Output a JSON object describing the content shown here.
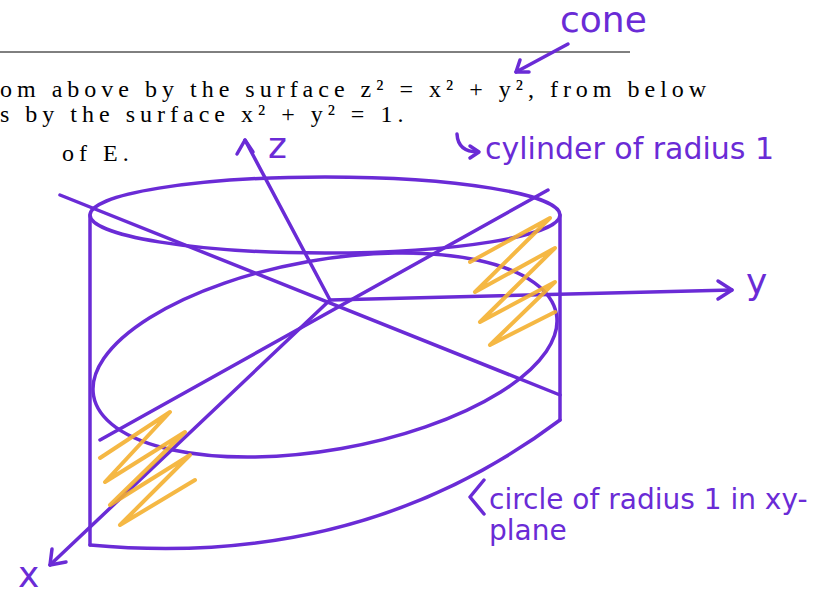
{
  "diagram": {
    "labels": [
      "cone",
      "om above by the surface z² = x² + y², from below",
      "s by the surface x² + y² = 1.",
      "cylinder of radius 1",
      "of E.",
      "z",
      "y",
      "circle of radius 1 in xy-plane",
      "x"
    ]
  }
}
